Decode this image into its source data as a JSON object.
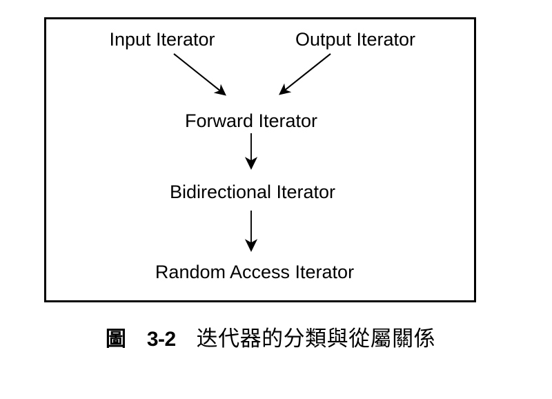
{
  "figure": {
    "frame": {
      "border_color": "#000000",
      "background_color": "#ffffff"
    },
    "nodes": [
      {
        "id": "input-iterator",
        "label": "Input Iterator"
      },
      {
        "id": "output-iterator",
        "label": "Output Iterator"
      },
      {
        "id": "forward-iterator",
        "label": "Forward Iterator"
      },
      {
        "id": "bidirectional-iterator",
        "label": "Bidirectional Iterator"
      },
      {
        "id": "random-access-iterator",
        "label": "Random Access Iterator"
      }
    ],
    "edges": [
      {
        "id": "edge-input-to-forward",
        "from": "input-iterator",
        "to": "forward-iterator",
        "style": "diagonal-arrow"
      },
      {
        "id": "edge-output-to-forward",
        "from": "output-iterator",
        "to": "forward-iterator",
        "style": "diagonal-arrow"
      },
      {
        "id": "edge-forward-to-bidirectional",
        "from": "forward-iterator",
        "to": "bidirectional-iterator",
        "style": "vertical-arrow"
      },
      {
        "id": "edge-bidirectional-to-random",
        "from": "bidirectional-iterator",
        "to": "random-access-iterator",
        "style": "vertical-arrow"
      }
    ],
    "stroke_color": "#000000"
  },
  "caption": {
    "figure_word": "圖",
    "figure_number": "3-2",
    "description": "迭代器的分類與從屬關係"
  }
}
